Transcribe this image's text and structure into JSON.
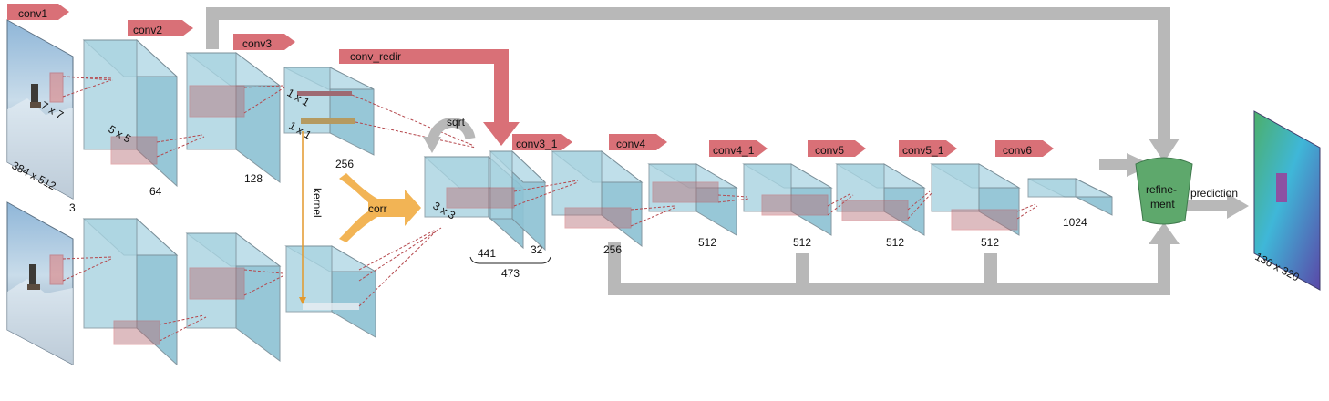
{
  "colors": {
    "block_face": "#a8d3e0",
    "block_top": "#c4e2ec",
    "block_side": "#8fc3d4",
    "block_stroke": "#7a8f99",
    "red_arrow": "#d97077",
    "gray_arrow": "#b8b8b8",
    "orange": "#f2b455",
    "refine_green": "#5ea86c"
  },
  "labels": {
    "conv1": "conv1",
    "conv2": "conv2",
    "conv3": "conv3",
    "conv_redir": "conv_redir",
    "conv3_1": "conv3_1",
    "conv4": "conv4",
    "conv4_1": "conv4_1",
    "conv5": "conv5",
    "conv5_1": "conv5_1",
    "conv6": "conv6",
    "input_size": "384 x 512",
    "input_channels": "3",
    "k7": "7 x 7",
    "k5": "5 x 5",
    "k1a": "1 x 1",
    "k1b": "1 x 1",
    "k3": "3 x 3",
    "c64": "64",
    "c128": "128",
    "c256a": "256",
    "c441": "441",
    "c32": "32",
    "c473": "473",
    "c256b": "256",
    "c512a": "512",
    "c512b": "512",
    "c512c": "512",
    "c512d": "512",
    "c1024": "1024",
    "kernel": "kernel",
    "corr": "corr",
    "sqrt": "sqrt",
    "refinement": "refine-\nment",
    "prediction": "prediction",
    "output_size": "136 x 320"
  }
}
